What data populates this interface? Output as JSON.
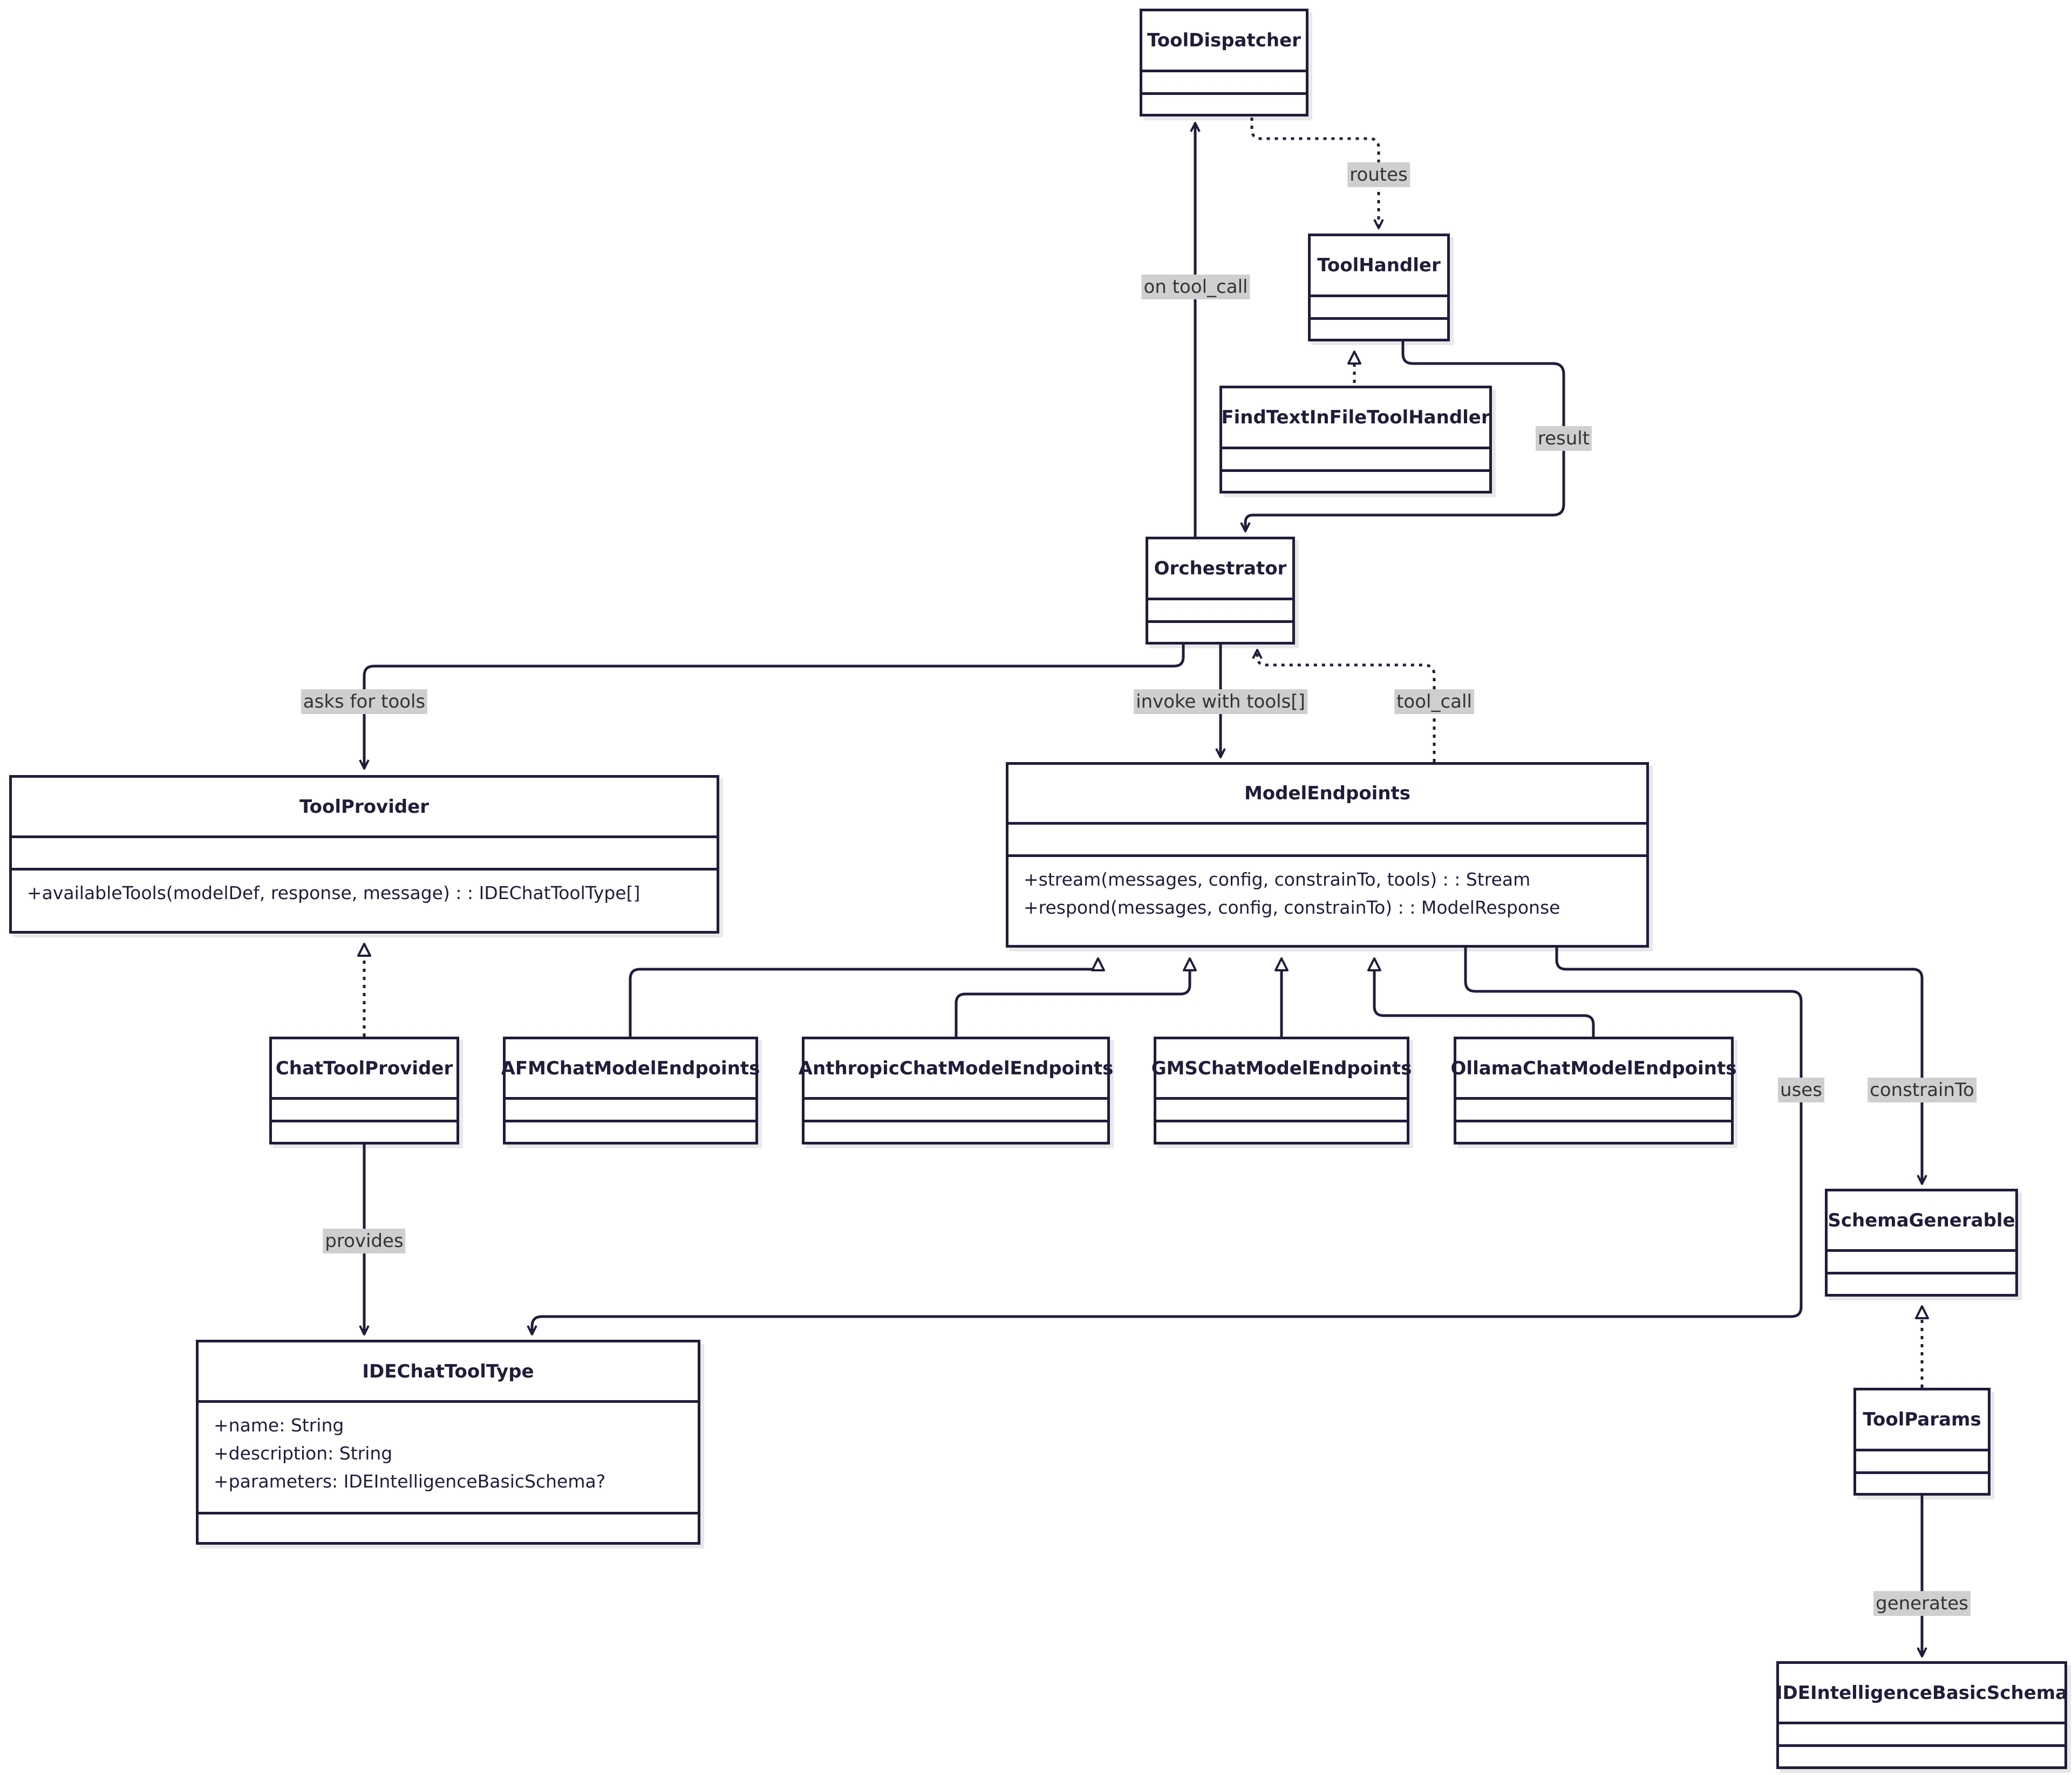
{
  "classes": {
    "tooldispatcher": {
      "name": "ToolDispatcher"
    },
    "toolhandler": {
      "name": "ToolHandler"
    },
    "findtext": {
      "name": "FindTextInFileToolHandler"
    },
    "orchestrator": {
      "name": "Orchestrator"
    },
    "toolprovider": {
      "name": "ToolProvider",
      "methods": [
        "+availableTools(modelDef, response, message) : : IDEChatToolType[]"
      ]
    },
    "modelendpoints": {
      "name": "ModelEndpoints",
      "methods": [
        "+stream(messages, config, constrainTo, tools) : : Stream",
        "+respond(messages, config, constrainTo) : : ModelResponse"
      ]
    },
    "chattoolprovider": {
      "name": "ChatToolProvider"
    },
    "afm": {
      "name": "AFMChatModelEndpoints"
    },
    "anthropic": {
      "name": "AnthropicChatModelEndpoints"
    },
    "gms": {
      "name": "GMSChatModelEndpoints"
    },
    "ollama": {
      "name": "OllamaChatModelEndpoints"
    },
    "schemagenerable": {
      "name": "SchemaGenerable"
    },
    "idechattooltype": {
      "name": "IDEChatToolType",
      "attributes": [
        "+name: String",
        "+description: String",
        "+parameters: IDEIntelligenceBasicSchema?"
      ]
    },
    "toolparams": {
      "name": "ToolParams"
    },
    "idebasicschema": {
      "name": "IDEIntelligenceBasicSchema"
    }
  },
  "edges": {
    "routes": "routes",
    "on_tool_call": "on tool_call",
    "result": "result",
    "asks_for_tools": "asks for tools",
    "invoke_with_tools": "invoke with tools[]",
    "tool_call": "tool_call",
    "uses": "uses",
    "constrain_to": "constrainTo",
    "provides": "provides",
    "generates": "generates"
  },
  "colors": {
    "line": "#1f1d3a",
    "label_bg": "#cfcfcf"
  }
}
